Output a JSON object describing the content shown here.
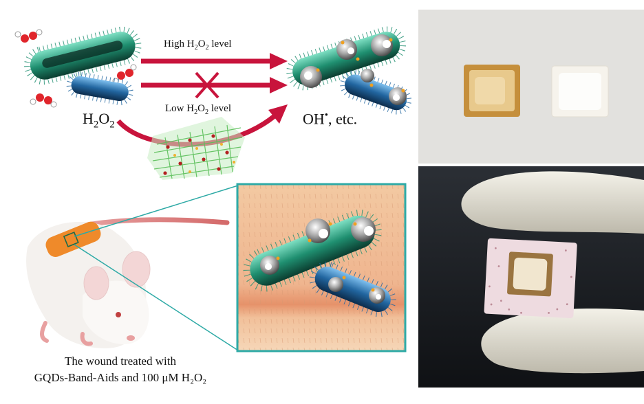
{
  "diagram": {
    "arrow_high": {
      "prefix": "High H",
      "sub": "2",
      "middle": "O",
      "sub2": "2",
      "suffix": " level"
    },
    "arrow_low": {
      "prefix": "Low H",
      "sub": "2",
      "middle": "O",
      "sub2": "2",
      "suffix": " level"
    },
    "reactant": {
      "a": "H",
      "a_sub": "2",
      "b": "O",
      "b_sub": "2"
    },
    "product": {
      "base": "OH",
      "sup": "•",
      "rest": ", etc."
    },
    "caption_line1": "The wound treated with",
    "caption_line2": "GQDs-Band-Aids and 100 μM H₂O₂"
  },
  "colors": {
    "arrow": "#c8143c",
    "frame": "#2eaaa6",
    "band_aid": "#ef8a2a",
    "bacteria_green": "#1f8f70",
    "bacteria_blue": "#2266a0",
    "graphene": "#7ed07a"
  }
}
